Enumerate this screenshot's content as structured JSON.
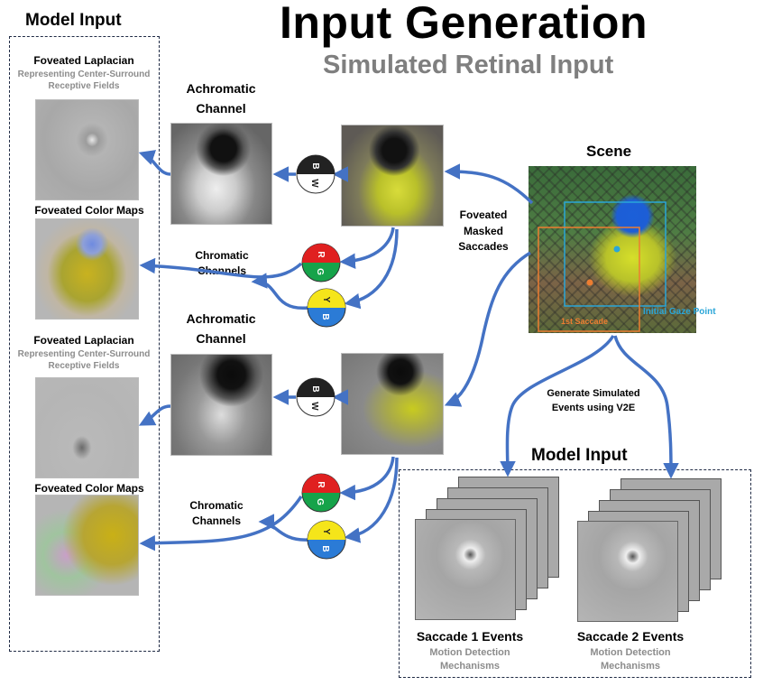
{
  "title": "Input Generation",
  "subtitle": "Simulated Retinal Input",
  "left_panel": {
    "title": "Model Input",
    "laplacian_1": {
      "title": "Foveated Laplacian",
      "subtitle_line1": "Representing Center-Surround",
      "subtitle_line2": "Receptive Fields"
    },
    "color_maps_1": {
      "title": "Foveated Color Maps"
    },
    "laplacian_2": {
      "title": "Foveated Laplacian",
      "subtitle_line1": "Representing Center-Surround",
      "subtitle_line2": "Receptive Fields"
    },
    "color_maps_2": {
      "title": "Foveated Color Maps"
    }
  },
  "middle": {
    "achromatic_1": {
      "line1": "Achromatic",
      "line2": "Channel"
    },
    "achromatic_2": {
      "line1": "Achromatic",
      "line2": "Channel"
    },
    "chromatic_1": {
      "line1": "Chromatic",
      "line2": "Channels"
    },
    "chromatic_2": {
      "line1": "Chromatic",
      "line2": "Channels"
    },
    "wb_top": "B",
    "wb_bottom": "W",
    "rg_top": "R",
    "rg_bottom": "G",
    "yb_top": "Y",
    "yb_bottom": "B"
  },
  "saccades_label": {
    "line1": "Foveated",
    "line2": "Masked",
    "line3": "Saccades"
  },
  "scene": {
    "title": "Scene",
    "initial_gaze": "Initial Gaze Point",
    "first_saccade": "1st Saccade"
  },
  "events_label": {
    "line1": "Generate Simulated",
    "line2": "Events using V2E"
  },
  "right_panel": {
    "title": "Model Input",
    "saccade1": {
      "title": "Saccade 1 Events",
      "line1": "Motion Detection",
      "line2": "Mechanisms"
    },
    "saccade2": {
      "title": "Saccade 2 Events",
      "line1": "Motion Detection",
      "line2": "Mechanisms"
    }
  },
  "colors": {
    "arrow": "#4472c4",
    "orange": "#ed7d31",
    "blue_box": "#2aa6d8",
    "red": "#e02020",
    "green": "#16a34a",
    "yellow": "#f5e51a",
    "blue": "#2b7bd6"
  }
}
